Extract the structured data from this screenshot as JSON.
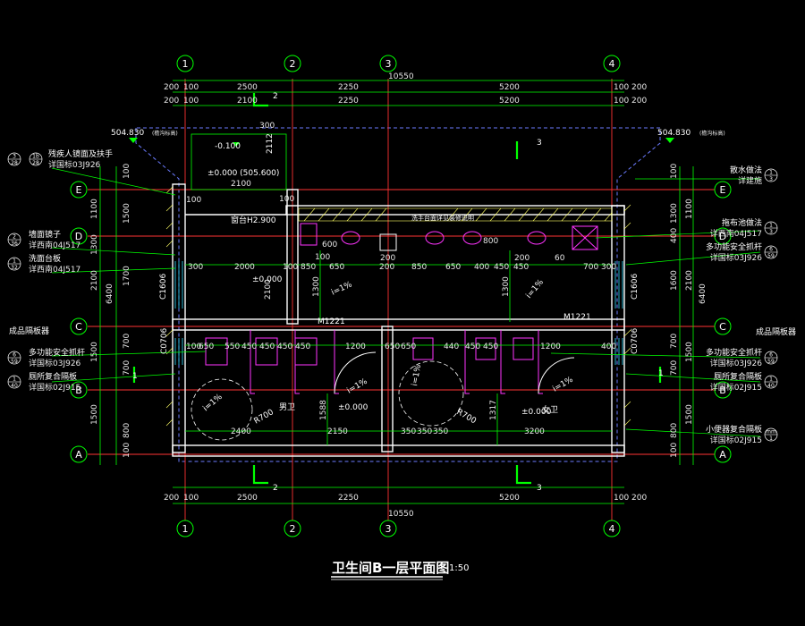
{
  "drawing": {
    "title": "卫生间B一层平面图",
    "scale": "1:50",
    "colors": {
      "background": "#000000",
      "dim": "#00ff00",
      "axis": "#ff3333",
      "wall": "#ffffff",
      "fixture": "#ff33ff",
      "hatch": "#ffff66",
      "roof": "#6b7bff",
      "text": "#e8e8e8"
    },
    "grid_top": [
      "1",
      "2",
      "3",
      "4"
    ],
    "grid_bottom": [
      "1",
      "2",
      "3",
      "4"
    ],
    "grid_left": [
      "E",
      "D",
      "C",
      "B",
      "A"
    ],
    "grid_right": [
      "E",
      "D",
      "C",
      "B",
      "A"
    ],
    "top_dims": {
      "total": "10550",
      "row1": [
        "200",
        "100",
        "2500",
        "2250",
        "5200",
        "100",
        "200"
      ],
      "row2": [
        "200",
        "100",
        "2100",
        "2250",
        "5200",
        "100",
        "200"
      ]
    },
    "bottom_dims": {
      "total": "10550",
      "row1": [
        "200",
        "100",
        "2500",
        "2250",
        "5200",
        "100",
        "200"
      ]
    },
    "left_dims": {
      "total": "6400",
      "row2": [
        "1100",
        "1300",
        "2100",
        "1500",
        "1500"
      ],
      "row1": [
        "100",
        "1500",
        "1700",
        "700",
        "700",
        "800",
        "100"
      ]
    },
    "right_dims": {
      "total": "6400",
      "row2": [
        "1100",
        "2100",
        "1500",
        "1500"
      ],
      "row1": [
        "100",
        "1300",
        "400",
        "1600",
        "700",
        "700",
        "800",
        "100"
      ]
    },
    "section_marks": [
      "2",
      "3",
      "2",
      "3",
      "1",
      "1"
    ],
    "elevations": {
      "left_roof": "504.830",
      "left_roof_note": "(檐沟标高)",
      "right_roof": "504.830",
      "right_roof_note": "(檐沟标高)",
      "ext_step": "-0.100",
      "ground": "±0.000 (505.600)",
      "floor_a": "±0.000",
      "floor_b": "±0.000",
      "floor_c": "±0.000",
      "window_h": "窗台H2.900"
    },
    "callouts_left": [
      {
        "a": "3",
        "b": "28",
        "c": "1b",
        "d": "28",
        "label": "残疾人镜面及扶手",
        "ref": "详国标03J926"
      },
      {
        "a": "2",
        "b": "36",
        "label": "墙面镜子",
        "ref": "详西南04J517"
      },
      {
        "a": "1",
        "b": "32",
        "label": "洗面台板",
        "ref": "详西南04J517"
      },
      {
        "label": "成品隔板器"
      },
      {
        "a": "6",
        "b": "59",
        "label": "多功能安全抓杆",
        "ref": "详国标03J926"
      },
      {
        "a": "1",
        "b": "40",
        "label": "厕所复合隔板",
        "ref": "详国标02J915"
      }
    ],
    "callouts_right": [
      {
        "a": "1",
        "b": "3",
        "label": "散水做法",
        "ref": "详建施"
      },
      {
        "a": "1",
        "b": "3",
        "label": "拖布池做法",
        "ref": "详西南04J517"
      },
      {
        "a": "6",
        "b": "59",
        "label": "多功能安全抓杆",
        "ref": "详国标03J926"
      },
      {
        "label": "成品隔板器"
      },
      {
        "a": "6",
        "b": "59",
        "label": "多功能安全抓杆",
        "ref": "详国标03J926"
      },
      {
        "a": "1",
        "b": "40",
        "label": "厕所复合隔板",
        "ref": "详国标02J915"
      },
      {
        "a": "mm",
        "b": "1",
        "label": "小便器复合隔板",
        "ref": "详国标02J915"
      }
    ],
    "room_labels": {
      "counter": "洗手台面详见装修说明",
      "door_left": "M1221",
      "door_right": "M1221",
      "men": "男卫",
      "women": "女卫",
      "window_left": "C1606",
      "window_right": "C1606",
      "window_b_left": "C0706",
      "window_b_right": "C0706",
      "slope": "i=1%",
      "radius": "R700",
      "height_2112": "2112"
    },
    "inner_dims": {
      "row_d": [
        "300",
        "2000",
        "100",
        "850",
        "650",
        "200",
        "850",
        "650",
        "400",
        "450",
        "450",
        "700",
        "300"
      ],
      "row_c": [
        "100",
        "650",
        "550",
        "450",
        "450",
        "450",
        "450",
        "1200",
        "650",
        "650",
        "440",
        "450",
        "450",
        "1200",
        "400"
      ],
      "row_a": [
        "2400",
        "2150",
        "350",
        "350",
        "350",
        "3200"
      ],
      "vert": [
        "1300",
        "1300",
        "1588",
        "1317",
        "2100"
      ],
      "top_local": [
        "2100",
        "300",
        "100",
        "100",
        "100",
        "600",
        "800",
        "200",
        "200",
        "60"
      ]
    }
  }
}
